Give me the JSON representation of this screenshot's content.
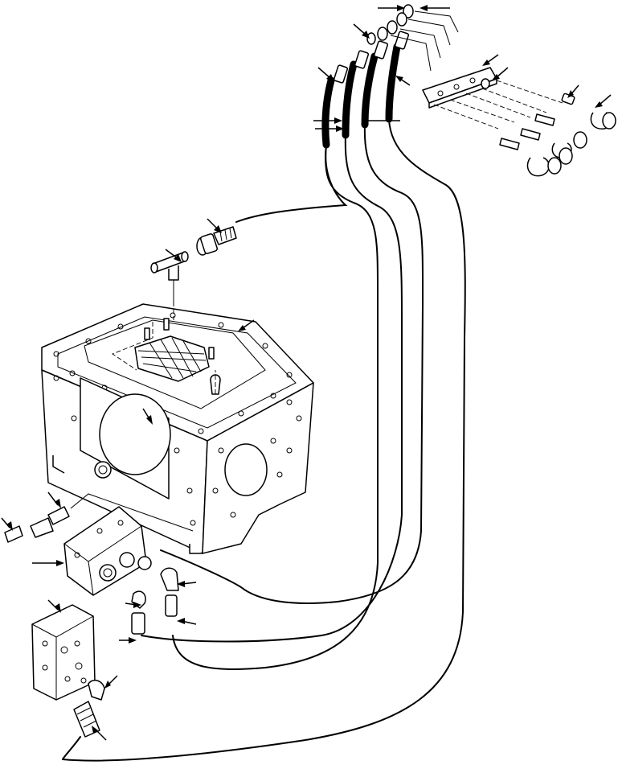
{
  "diagram": {
    "parts": [
      "transmission-case",
      "control-valve",
      "valve-body-upper",
      "valve-body-lower",
      "hose-assembly",
      "manifold-block",
      "elbow-fitting",
      "tee-fitting",
      "adapter-fitting",
      "hose-clamp"
    ],
    "colors": {
      "line": "#000000",
      "background": "#ffffff"
    }
  }
}
